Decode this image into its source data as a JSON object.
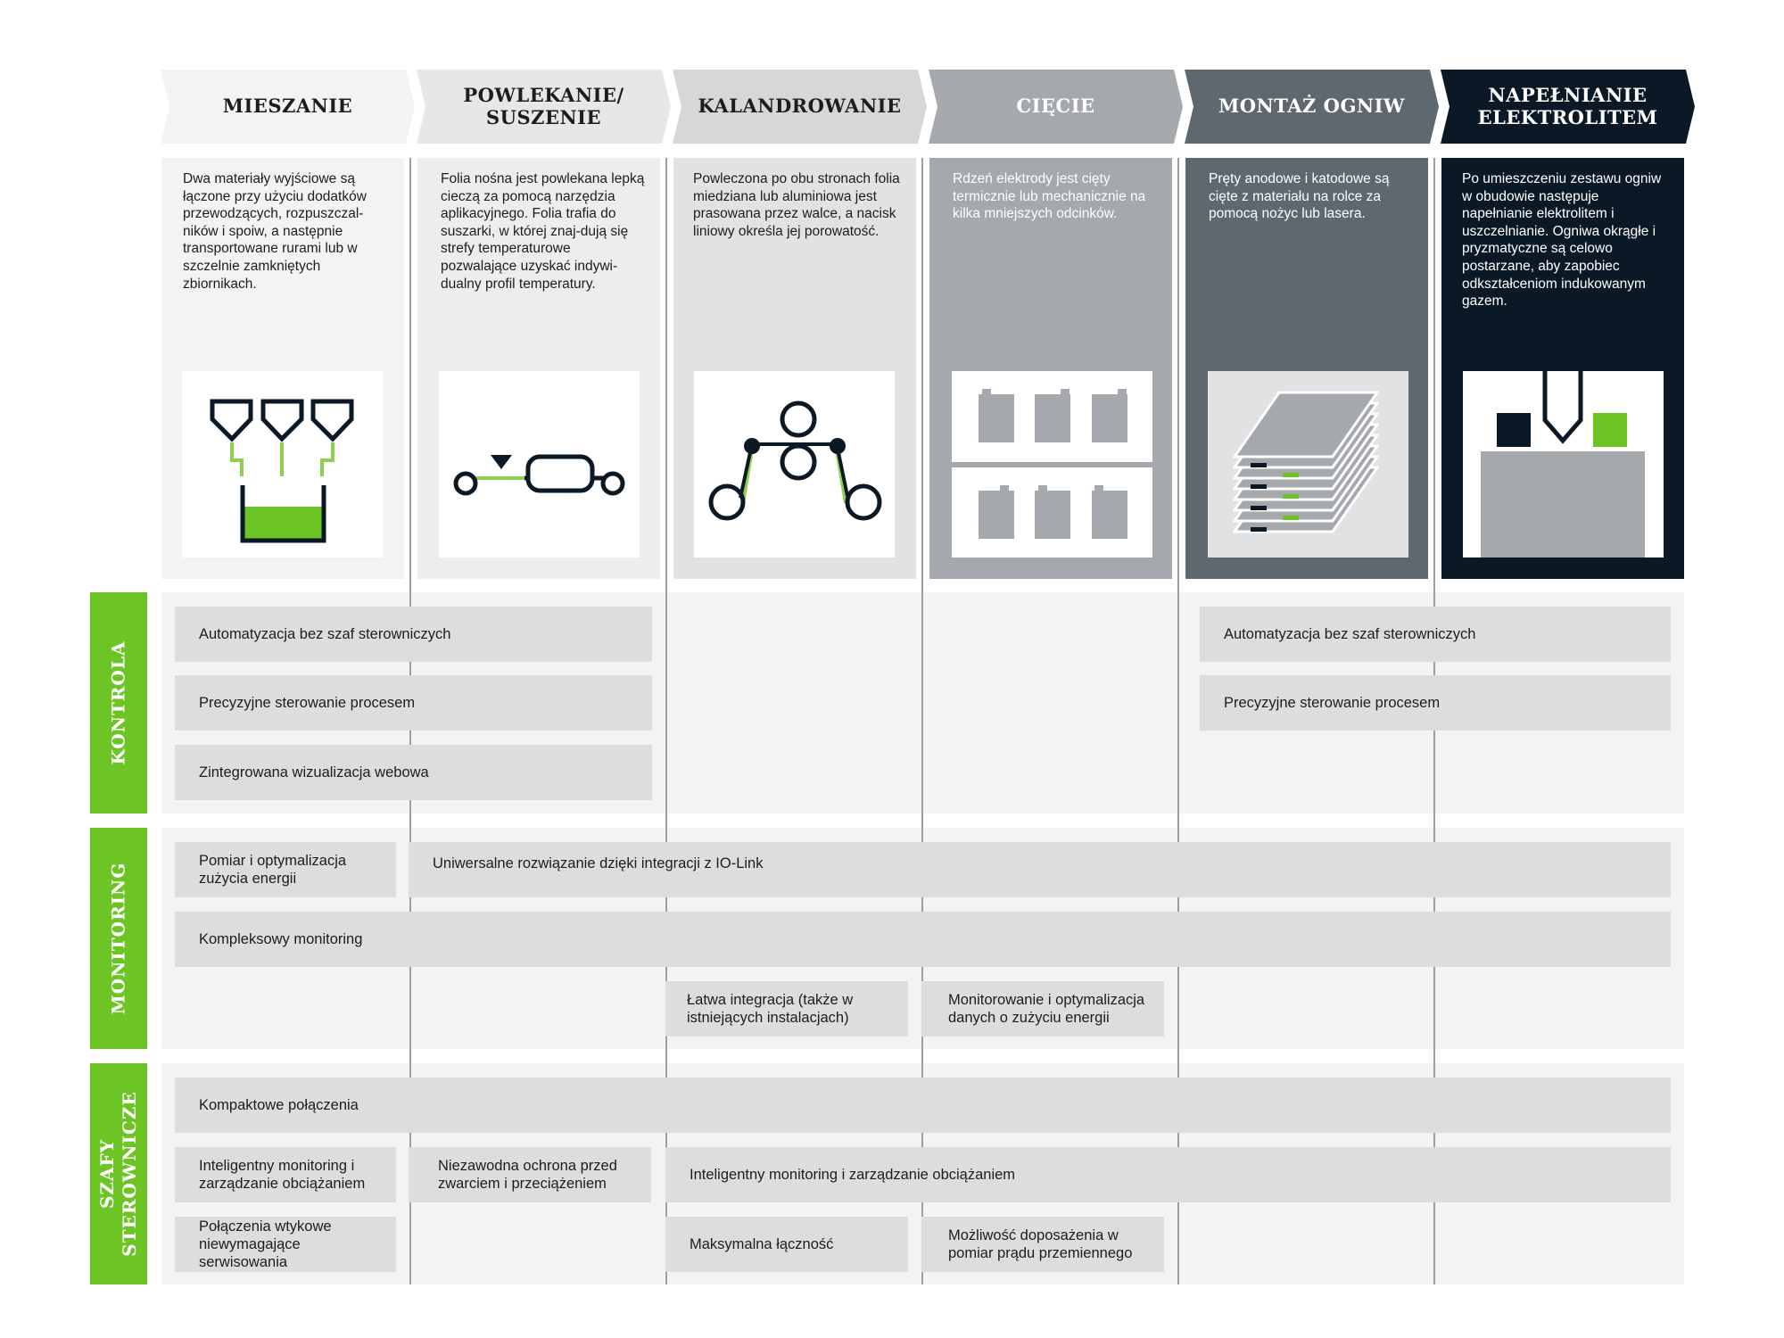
{
  "stages": [
    {
      "title": "MIESZANIE",
      "description": "Dwa materiały wyjściowe są łączone przy użyciu dodatków przewodzących, rozpuszczal-ników i spoiw, a następnie transportowane rurami lub w szczelnie zamkniętych zbiornikach.",
      "header_color": "#f2f3f3",
      "col_color": "#f2f3f3",
      "text_color": "#1d1d1b"
    },
    {
      "title": "POWLEKANIE/ SUSZENIE",
      "description": "Folia nośna jest powlekana lepką cieczą za pomocą narzędzia aplikacyjnego. Folia trafia do suszarki, w której znaj-dują się strefy temperaturowe pozwalające uzyskać indywi-dualny profil temperatury.",
      "header_color": "#e6e7e8",
      "col_color": "#eceded",
      "text_color": "#1d1d1b"
    },
    {
      "title": "KALANDROWANIE",
      "description": "Powleczona po obu stronach folia miedziana lub aluminiowa jest prasowana przez walce, a nacisk liniowy określa jej porowatość.",
      "header_color": "#d6d7d9",
      "col_color": "#e1e2e3",
      "text_color": "#1d1d1b"
    },
    {
      "title": "CIĘCIE",
      "description": "Rdzeń elektrody jest cięty termicznie lub mechanicznie na kilka mniejszych odcinków.",
      "header_color": "#a5a8ac",
      "col_color": "#a5a8ac",
      "text_color": "#ffffff"
    },
    {
      "title": "MONTAŻ OGNIW",
      "description": "Pręty anodowe i katodowe są cięte z materiału na rolce za pomocą nożyc lub lasera.",
      "header_color": "#5f686f",
      "col_color": "#5f686f",
      "text_color": "#ffffff"
    },
    {
      "title": "NAPEŁNIANIE ELEKTROLITEM",
      "description": "Po umieszczeniu zestawu ogniw w obudowie następuje napełnianie elektrolitem i uszczelnianie. Ogniwa okrągłe i pryzmatyczne są celowo postarzane, aby zapobiec odkształceniom indukowanym gazem.",
      "header_color": "#0b1926",
      "col_color": "#0b1926",
      "text_color": "#ffffff"
    }
  ],
  "sections": {
    "kontrola": {
      "label": "KONTROLA",
      "items": {
        "auto_left": "Automatyzacja bez szaf sterowniczych",
        "precise_left": "Precyzyjne sterowanie procesem",
        "web": "Zintegrowana wizualizacja webowa",
        "auto_right": "Automatyzacja bez szaf sterowniczych",
        "precise_right": "Precyzyjne sterowanie procesem"
      }
    },
    "monitoring": {
      "label": "MONITORING",
      "items": {
        "energy": "Pomiar i optymalizacja zużycia energii",
        "iolink": "Uniwersalne rozwiązanie dzięki integracji z IO-Link",
        "complex": "Kompleksowy monitoring",
        "easy": "Łatwa integracja (także w istniejących instalacjach)",
        "energy_data": "Monitorowanie i optymalizacja danych o zużyciu energii"
      }
    },
    "szafy": {
      "label_line1": "SZAFY",
      "label_line2": "STEROWNICZE",
      "items": {
        "compact": "Kompaktowe połączenia",
        "smart_left": "Inteligentny monitoring i zarządzanie obciążaniem",
        "protect": "Niezawodna ochrona przed zwarciem i przeciążeniem",
        "smart_right": "Inteligentny monitoring i zarządzanie obciążaniem",
        "plug": "Połączenia wtykowe niewymagające serwisowania",
        "max": "Maksymalna łączność",
        "ac": "Możliwość doposażenia w pomiar prądu przemiennego"
      }
    }
  },
  "colors": {
    "accent_green": "#6cc524",
    "box_gray": "#dcdddf",
    "section_bg": "#f2f3f3",
    "divider": "#9b9ea2"
  },
  "icons": [
    "mixing-hoppers-icon",
    "coating-dryer-icon",
    "calender-rollers-icon",
    "cutting-electrodes-icon",
    "cell-stack-icon",
    "electrolyte-filling-icon"
  ]
}
